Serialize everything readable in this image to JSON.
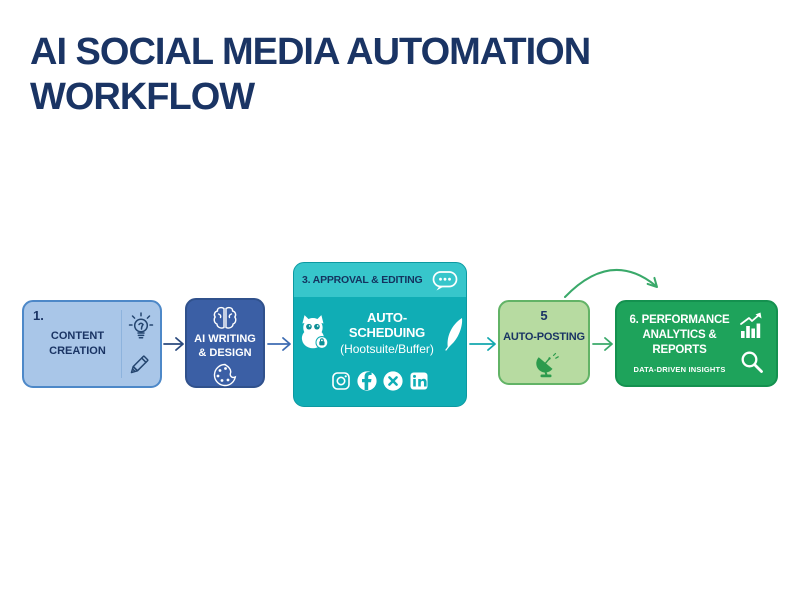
{
  "title": {
    "line1": "AI SOCIAL MEDIA AUTOMATION",
    "line2": "WORKFLOW"
  },
  "steps": {
    "content_creation": {
      "number": "1.",
      "label": "CONTENT CREATION",
      "icons": [
        "lightbulb-icon",
        "pencil-icon"
      ]
    },
    "ai_writing": {
      "label": "AI WRITING & DESIGN",
      "icons": [
        "brain-icon",
        "palette-icon"
      ]
    },
    "approval_scheduling": {
      "header": "3. APPROVAL & EDITING",
      "header_icon": "speech-bubble-icon",
      "title": "AUTO-SCHEDUING",
      "subtitle": "(Hootsuite/Buffer)",
      "side_icons": [
        "owl-icon",
        "feather-icon"
      ],
      "social_icons": [
        "instagram-icon",
        "facebook-icon",
        "x-icon",
        "linkedin-icon"
      ]
    },
    "auto_posting": {
      "number": "5",
      "label": "AUTO-POSTING",
      "icon": "satellite-dish-icon"
    },
    "performance": {
      "label": "6. PERFORMANCE ANALYTICS & REPORTS",
      "sublabel": "DATA-DRIVEN INSIGHTS",
      "icons": [
        "bar-chart-arrow-icon",
        "magnifier-icon"
      ]
    }
  },
  "colors": {
    "title_text": "#1a3464",
    "box1_fill": "#a9c6e8",
    "box1_border": "#4d88c8",
    "box2_fill": "#3b5fa5",
    "box3_body_fill": "#10adb5",
    "box3_header_fill": "#37c6cb",
    "box4_fill": "#b7dba1",
    "box4_border": "#62b366",
    "box5_fill": "#1ea35b",
    "arrow_navy": "#2b4a7e",
    "arrow_blue": "#3e6cb2",
    "arrow_teal": "#13a8ae",
    "arrow_green": "#3aa96a",
    "satellite_green": "#2c9b4d"
  }
}
